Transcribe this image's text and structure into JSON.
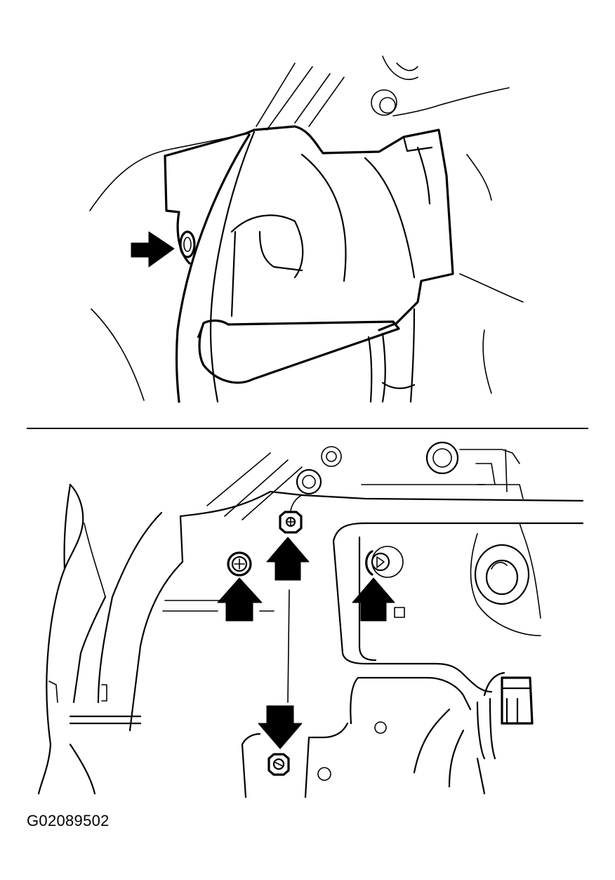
{
  "figure": {
    "code": "G02089502",
    "colors": {
      "line": "#000000",
      "background": "#ffffff"
    },
    "panels": [
      {
        "name": "upper",
        "arrows": 1
      },
      {
        "name": "lower",
        "arrows": 4
      }
    ]
  }
}
